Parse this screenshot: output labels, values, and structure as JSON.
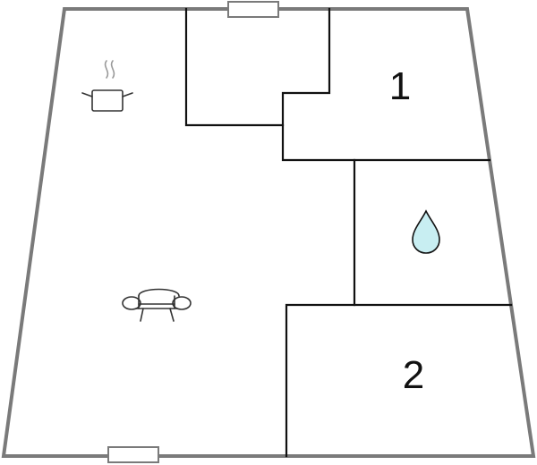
{
  "rooms": [
    {
      "id": "room-1",
      "label": "1"
    },
    {
      "id": "room-2",
      "label": "2"
    }
  ],
  "icons": {
    "kitchen": "cooking-pot-icon",
    "bathroom": "water-drop-icon",
    "living": "sofa-icon"
  },
  "colors": {
    "outer_wall": "#7a7a7a",
    "inner_wall": "#111111",
    "water_drop_fill": "#c8eef2",
    "window_fill": "#ffffff"
  }
}
